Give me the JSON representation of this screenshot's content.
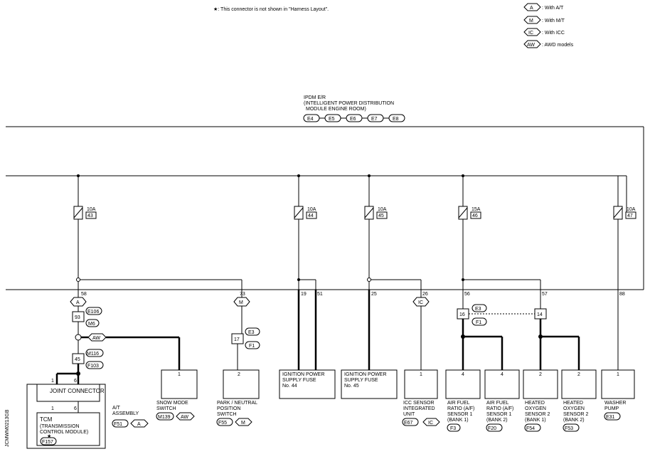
{
  "note": "★: This connector is not shown in \"Harness Layout\".",
  "legend": [
    {
      "code": "A",
      "text": ": With A/T"
    },
    {
      "code": "M",
      "text": ": With M/T"
    },
    {
      "code": "IC",
      "text": ": With ICC"
    },
    {
      "code": "AW",
      "text": ": AWD models"
    }
  ],
  "ipdm": {
    "line1": "IPDM E/R",
    "line2": "(INTELLIGENT POWER DISTRIBUTION",
    "line3": "MODULE ENGINE ROOM)",
    "connectors": [
      "E4",
      "E5",
      "E6",
      "E7",
      "E8"
    ]
  },
  "fuses": [
    {
      "amp": "10A",
      "num": "43"
    },
    {
      "amp": "10A",
      "num": "44"
    },
    {
      "amp": "10A",
      "num": "45"
    },
    {
      "amp": "15A",
      "num": "46"
    },
    {
      "amp": "10A",
      "num": "47"
    }
  ],
  "terminals": [
    "58",
    "73",
    "19",
    "51",
    "25",
    "26",
    "56",
    "57",
    "88"
  ],
  "options": {
    "a": "A",
    "m": "M",
    "ic": "IC",
    "aw": "AW"
  },
  "joints": {
    "j93": "93",
    "e106": "E106",
    "m6": "M6",
    "j45": "45",
    "m116": "M116",
    "f103": "F103",
    "j17": "17",
    "e3": "E3",
    "f1": "F1",
    "j16": "16",
    "j14": "14",
    "e3b": "E3",
    "f1b": "F1"
  },
  "components": {
    "joint_connector": "JOINT CONNECTOR",
    "tcm_1": "TCM",
    "tcm_2": "(TRANSMISSION",
    "tcm_3": "CONTROL MODULE)",
    "tcm_conn": "F157",
    "at_1": "A/T",
    "at_2": "ASSEMBLY",
    "at_conn": "F51",
    "snow_1": "SNOW MODE",
    "snow_2": "SWITCH",
    "snow_conn": "M139",
    "pnp_1": "PARK / NEUTRAL",
    "pnp_2": "POSITION",
    "pnp_3": "SWITCH",
    "pnp_conn": "F55",
    "ign44_1": "IGNITION POWER",
    "ign44_2": "SUPPLY FUSE",
    "ign44_3": "No. 44",
    "ign45_1": "IGNITION POWER",
    "ign45_2": "SUPPLY FUSE",
    "ign45_3": "No. 45",
    "icc_1": "ICC SENSOR",
    "icc_2": "INTEGRATED",
    "icc_3": "UNIT",
    "icc_conn": "E67",
    "af1_1": "AIR FUEL",
    "af1_2": "RATIO (A/F)",
    "af1_3": "SENSOR 1",
    "af1_4": "(BANK 1)",
    "af1_conn": "F3",
    "af2_1": "AIR FUEL",
    "af2_2": "RATIO (A/F)",
    "af2_3": "SENSOR 1",
    "af2_4": "(BANK 2)",
    "af2_conn": "F20",
    "ho1_1": "HEATED",
    "ho1_2": "OXYGEN",
    "ho1_3": "SENSOR 2",
    "ho1_4": "(BANK 1)",
    "ho1_conn": "F54",
    "ho2_1": "HEATED",
    "ho2_2": "OXYGEN",
    "ho2_3": "SENSOR 2",
    "ho2_4": "(BANK 2)",
    "ho2_conn": "F53",
    "washer_1": "WASHER",
    "washer_2": "PUMP",
    "washer_conn": "E31"
  },
  "pins": {
    "jc_in": "1",
    "jc_out": "6",
    "tcm_l": "1",
    "tcm_r": "6",
    "snow": "1",
    "pnp": "2",
    "icc": "1",
    "af1": "4",
    "af2": "4",
    "ho1": "2",
    "ho2": "2",
    "washer": "1"
  },
  "side_code": "JCMWM0213GB",
  "star": "★"
}
